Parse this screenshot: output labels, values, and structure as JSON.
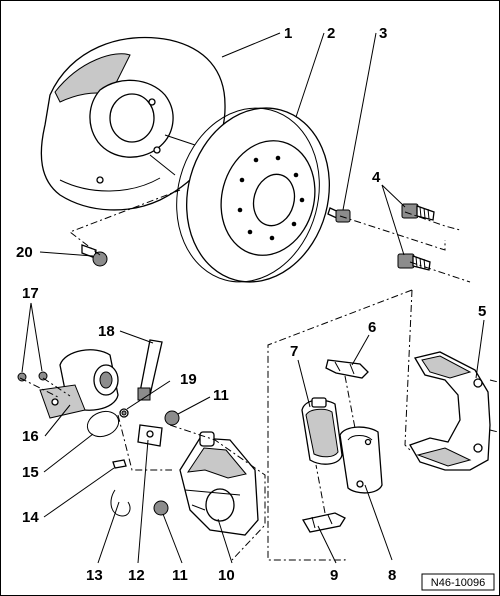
{
  "figure": {
    "reference_code": "N46-10096"
  },
  "callouts": [
    {
      "id": "1",
      "label": "1"
    },
    {
      "id": "2",
      "label": "2"
    },
    {
      "id": "3",
      "label": "3"
    },
    {
      "id": "4",
      "label": "4"
    },
    {
      "id": "5",
      "label": "5"
    },
    {
      "id": "6",
      "label": "6"
    },
    {
      "id": "7",
      "label": "7"
    },
    {
      "id": "8",
      "label": "8"
    },
    {
      "id": "9",
      "label": "9"
    },
    {
      "id": "10",
      "label": "10"
    },
    {
      "id": "11a",
      "label": "11"
    },
    {
      "id": "11b",
      "label": "11"
    },
    {
      "id": "12",
      "label": "12"
    },
    {
      "id": "13",
      "label": "13"
    },
    {
      "id": "14",
      "label": "14"
    },
    {
      "id": "15",
      "label": "15"
    },
    {
      "id": "16",
      "label": "16"
    },
    {
      "id": "17",
      "label": "17"
    },
    {
      "id": "18",
      "label": "18"
    },
    {
      "id": "19",
      "label": "19"
    },
    {
      "id": "20",
      "label": "20"
    }
  ]
}
